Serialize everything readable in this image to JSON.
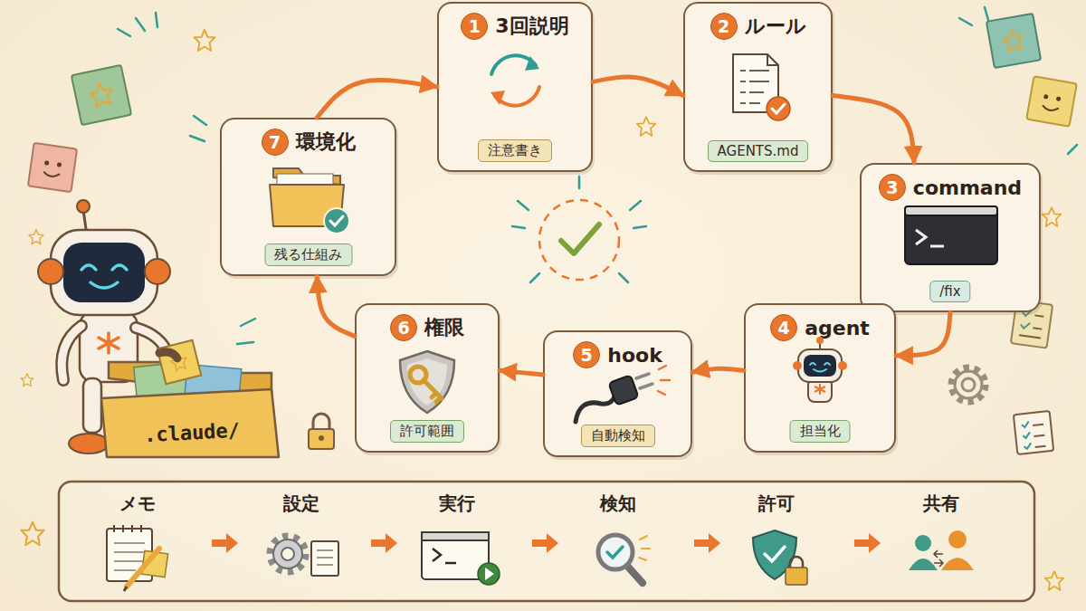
{
  "diagram": {
    "nodes": [
      {
        "text": [
          "1",
          "3回説明",
          "注意書き"
        ]
      },
      {
        "text": [
          "2",
          "ルール",
          "AGENTS.md"
        ]
      },
      {
        "text": [
          "3",
          "command",
          "/fix"
        ]
      },
      {
        "text": [
          "4",
          "agent",
          "担当化"
        ]
      },
      {
        "text": [
          "5",
          "hook",
          "自動検知"
        ]
      },
      {
        "text": [
          "6",
          "権限",
          "許可範囲"
        ]
      },
      {
        "text": [
          "7",
          "環境化",
          "残る仕組み"
        ]
      }
    ],
    "edges": [
      {
        "from": 0,
        "to": 1,
        "arrow": "to"
      },
      {
        "from": 1,
        "to": 2,
        "arrow": "to"
      },
      {
        "from": 2,
        "to": 3,
        "arrow": "to"
      },
      {
        "from": 3,
        "to": 4,
        "arrow": "to"
      },
      {
        "from": 4,
        "to": 5,
        "arrow": "to"
      },
      {
        "from": 5,
        "to": 6,
        "arrow": "to"
      },
      {
        "from": 6,
        "to": 0,
        "arrow": "to"
      }
    ],
    "labels": [
      ".claude/",
      "メモ",
      "設定",
      "実行",
      "検知",
      "許可",
      "共有"
    ]
  }
}
